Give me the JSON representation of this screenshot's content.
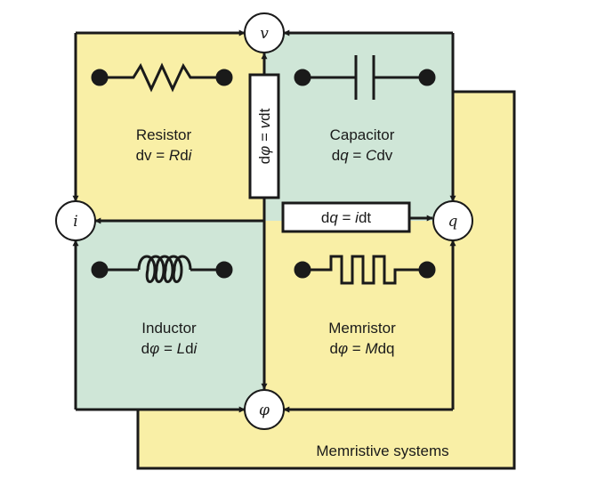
{
  "colors": {
    "yellow": "#f9efa6",
    "green": "#cfe6d7",
    "stroke": "#1a1a1a",
    "white": "#ffffff"
  },
  "nodes": {
    "v": "v",
    "i": "i",
    "q": "q",
    "phi": "φ"
  },
  "resistor": {
    "name": "Resistor",
    "eq_pre": "dv = ",
    "eq_var": "R",
    "eq_mid": "d",
    "eq_end": "i"
  },
  "capacitor": {
    "name": "Capacitor",
    "eq_pre": "d",
    "eq_q": "q",
    "eq_mid": " = ",
    "eq_c": "C",
    "eq_end": "dv"
  },
  "inductor": {
    "name": "Inductor",
    "eq_pre": "d",
    "eq_phi": "φ",
    "eq_mid": " = ",
    "eq_l": "L",
    "eq_d": "d",
    "eq_end": "i"
  },
  "memristor": {
    "name": "Memristor",
    "eq_pre": "d",
    "eq_phi": "φ",
    "eq_mid": " = ",
    "eq_m": "M",
    "eq_end": "dq"
  },
  "relations": {
    "dphi": {
      "d1": "d",
      "phi": "φ",
      "eq": " = ",
      "v": "v",
      "dt": "dt"
    },
    "dq": {
      "d1": "d",
      "q": "q",
      "eq": " = ",
      "i": "i",
      "dt": "dt"
    }
  },
  "memristive_systems_label": "Memristive systems"
}
